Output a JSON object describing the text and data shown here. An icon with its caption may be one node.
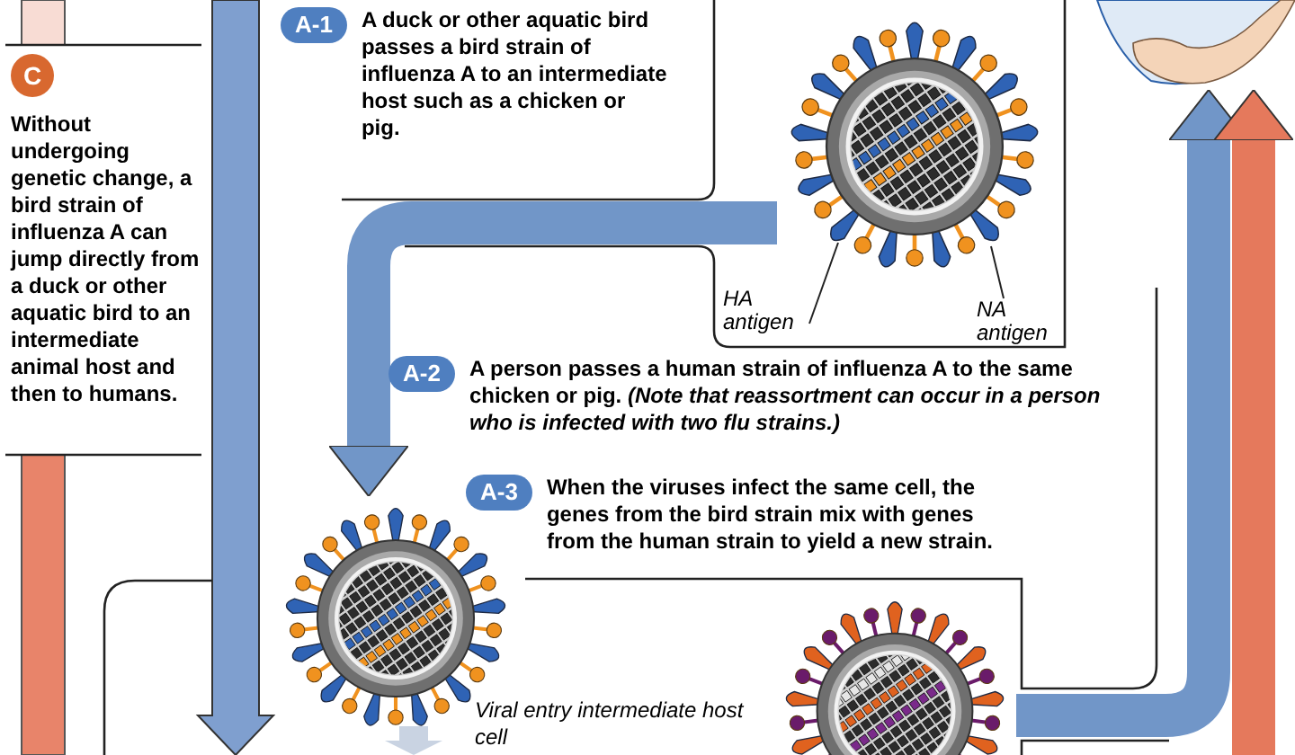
{
  "diagram": {
    "nodes": [
      {
        "text": [
          "C",
          "Without undergoing genetic change, a bird strain of influenza A can jump directly from a duck or other aquatic bird to an intermediate animal host and then to humans."
        ]
      },
      {
        "text": [
          "A-1",
          "A duck or other aquatic bird passes a bird strain of influenza A to an intermediate host such as a chicken or pig."
        ]
      },
      {
        "text": [],
        "shape": "picture"
      },
      {
        "text": [
          "HA antigen"
        ]
      },
      {
        "text": [
          "NA antigen"
        ]
      },
      {
        "text": [
          "A-2",
          "A person passes a human strain of influenza A to the same chicken or pig. *(Note that reassortment can occur in a person who is infected with two flu strains.)*"
        ]
      },
      {
        "text": [
          "A-3",
          "When the viruses infect the same cell, the genes from the bird strain mix with genes from the human strain to yield a new strain."
        ]
      },
      {
        "text": [],
        "shape": "picture"
      },
      {
        "text": [],
        "shape": "picture"
      },
      {
        "text": [],
        "shape": "person"
      }
    ],
    "edges": [
      {
        "from": 2,
        "to": 7,
        "arrow": "to",
        "color": "#7196c8"
      },
      {
        "from": 8,
        "to": 9,
        "arrow": "to",
        "color": "#7196c8"
      },
      {
        "from": null,
        "to": 9,
        "arrow": "to",
        "color": "#e5795c"
      },
      {
        "from": 3,
        "to": 2,
        "arrow": "none",
        "color": "#222222"
      },
      {
        "from": 4,
        "to": 2,
        "arrow": "none",
        "color": "#222222"
      }
    ],
    "labels": [
      "Viral entry intermediate host cell"
    ]
  }
}
